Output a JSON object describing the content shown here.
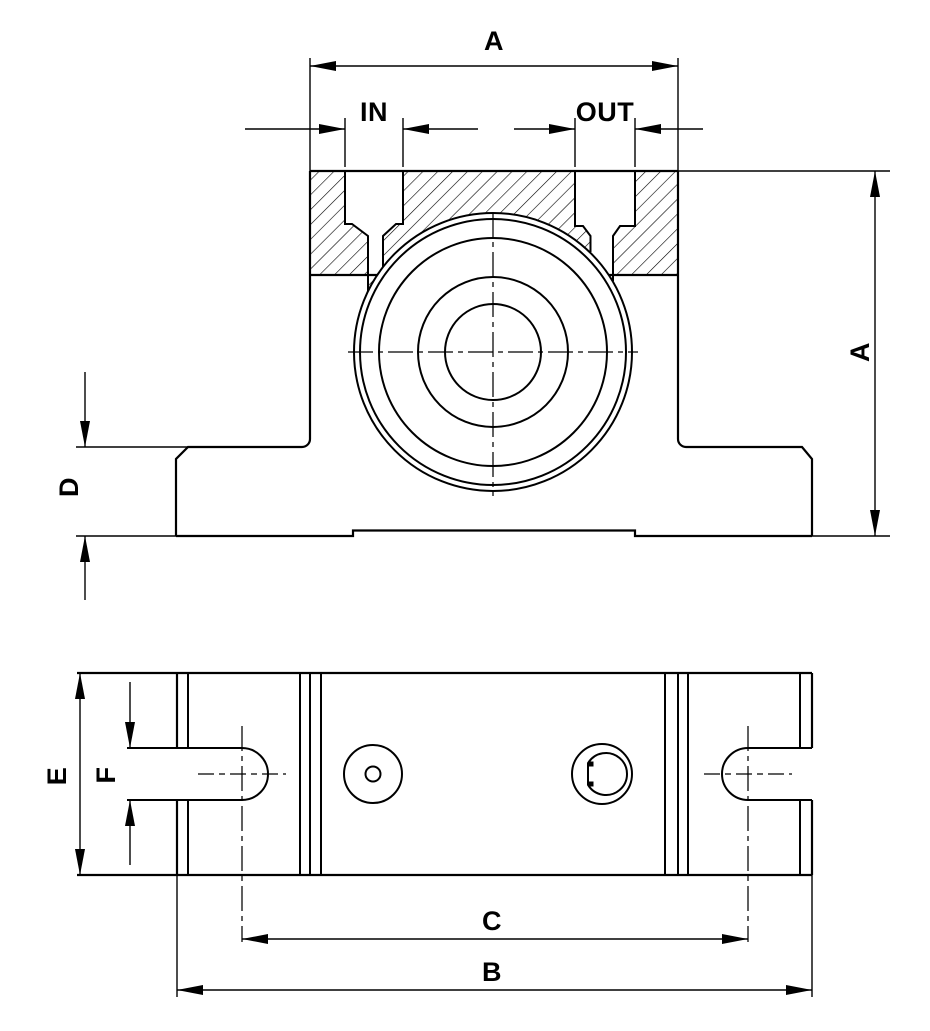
{
  "drawing": {
    "background": "#ffffff",
    "line_color": "#000000",
    "front_view": {
      "labels": {
        "overall_width": "A",
        "overall_height": "A",
        "inlet_port": "IN",
        "outlet_port": "OUT",
        "base_height": "D"
      }
    },
    "bottom_view": {
      "labels": {
        "base_depth": "E",
        "slot_width": "F",
        "slot_spacing": "C",
        "base_length": "B"
      }
    }
  }
}
